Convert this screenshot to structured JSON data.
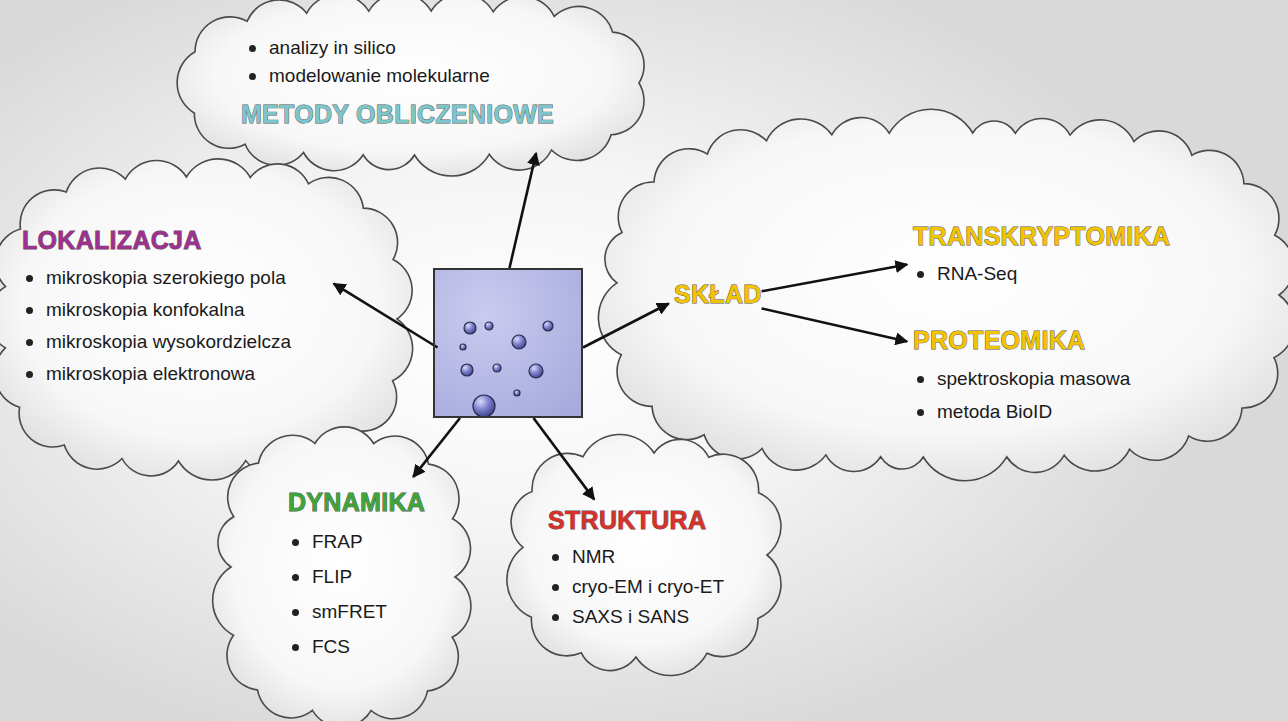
{
  "diagram": {
    "nodes": [
      {
        "text": []
      },
      {
        "text": [
          "analizy in silico",
          "modelowanie molekularne",
          "METODY OBLICZENIOWE"
        ]
      },
      {
        "text": [
          "LOKALIZACJA",
          "mikroskopia szerokiego pola",
          "mikroskopia konfokalna",
          "mikroskopia wysokordzielcza",
          "mikroskopia elektronowa"
        ]
      },
      {
        "text": []
      },
      {
        "text": [
          "SKŁAD"
        ],
        "in": 3
      },
      {
        "text": [
          "TRANSKRYPTOMIKA",
          "RNA-Seq"
        ],
        "in": 3
      },
      {
        "text": [
          "PROTEOMIKA",
          "spektroskopia masowa",
          "metoda BioID"
        ],
        "in": 3
      },
      {
        "text": [
          "DYNAMIKA",
          "FRAP",
          "FLIP",
          "smFRET",
          "FCS"
        ]
      },
      {
        "text": [
          "STRUKTURA",
          "NMR",
          "cryo-EM i cryo-ET",
          "SAXS i SANS"
        ]
      }
    ],
    "edges": [
      {
        "from": 0,
        "to": 1,
        "arrow": "to"
      },
      {
        "from": 0,
        "to": 2,
        "arrow": "to"
      },
      {
        "from": 0,
        "to": 4,
        "arrow": "to"
      },
      {
        "from": 0,
        "to": 7,
        "arrow": "to"
      },
      {
        "from": 0,
        "to": 8,
        "arrow": "to"
      },
      {
        "from": 4,
        "to": 5,
        "arrow": "to"
      },
      {
        "from": 4,
        "to": 6,
        "arrow": "to"
      }
    ]
  }
}
